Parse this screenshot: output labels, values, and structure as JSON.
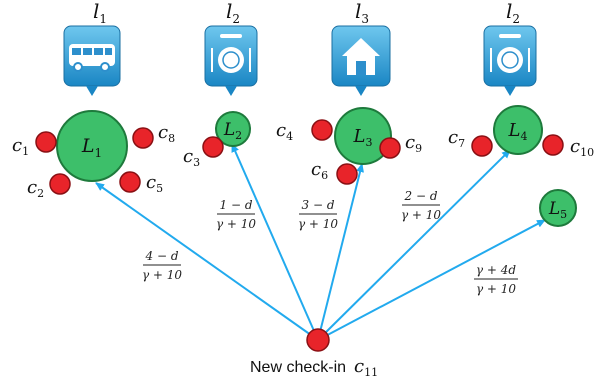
{
  "colors": {
    "large_node_fill": "#3dbf6a",
    "large_node_stroke": "#1e7a3c",
    "checkin_fill": "#e8242a",
    "checkin_stroke": "#8a1014",
    "edge": "#22aaee",
    "pin_top": "#6fc7ee",
    "pin_bottom": "#1a86c4"
  },
  "categories": [
    {
      "name": "l",
      "index": "1",
      "icon": "bus-icon"
    },
    {
      "name": "l",
      "index": "2",
      "icon": "restaurant-icon"
    },
    {
      "name": "l",
      "index": "3",
      "icon": "home-icon"
    },
    {
      "name": "l",
      "index": "2",
      "icon": "restaurant-icon"
    }
  ],
  "locations": [
    {
      "name": "L",
      "index": "1"
    },
    {
      "name": "L",
      "index": "2"
    },
    {
      "name": "L",
      "index": "3"
    },
    {
      "name": "L",
      "index": "4"
    },
    {
      "name": "L",
      "index": "5"
    }
  ],
  "checkins": [
    {
      "name": "c",
      "index": "1"
    },
    {
      "name": "c",
      "index": "2"
    },
    {
      "name": "c",
      "index": "3"
    },
    {
      "name": "c",
      "index": "4"
    },
    {
      "name": "c",
      "index": "5"
    },
    {
      "name": "c",
      "index": "6"
    },
    {
      "name": "c",
      "index": "7"
    },
    {
      "name": "c",
      "index": "8"
    },
    {
      "name": "c",
      "index": "9"
    },
    {
      "name": "c",
      "index": "10"
    }
  ],
  "new_checkin": {
    "label": "New check-in",
    "name": "c",
    "index": "11"
  },
  "edge_labels": [
    {
      "num": "4 − d",
      "den": "γ + 10"
    },
    {
      "num": "1 − d",
      "den": "γ + 10"
    },
    {
      "num": "3 − d",
      "den": "γ + 10"
    },
    {
      "num": "2 − d",
      "den": "γ + 10"
    },
    {
      "num": "γ + 4d",
      "den": "γ + 10"
    }
  ]
}
